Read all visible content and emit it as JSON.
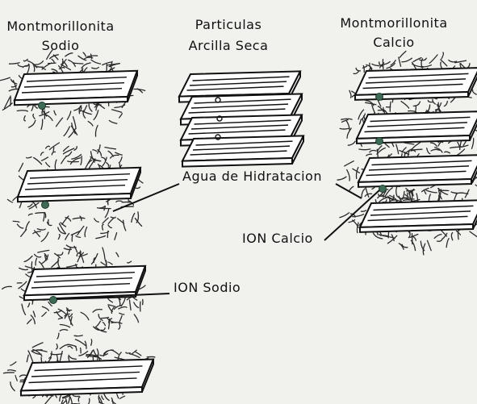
{
  "labels": {
    "sodio_title_1": "Montmorillonita",
    "sodio_title_2": "Sodio",
    "seca_title_1": "Particulas",
    "seca_title_2": "Arcilla Seca",
    "calcio_title_1": "Montmorillonita",
    "calcio_title_2": "Calcio",
    "agua": "Agua de Hidratacion",
    "ion_calcio": "ION Calcio",
    "ion_sodio": "ION Sodio"
  },
  "colors": {
    "ink": "#111111",
    "plate_fill": "#ffffff",
    "ion_dot": "#3d6b55",
    "background": "#f1f1ee"
  }
}
